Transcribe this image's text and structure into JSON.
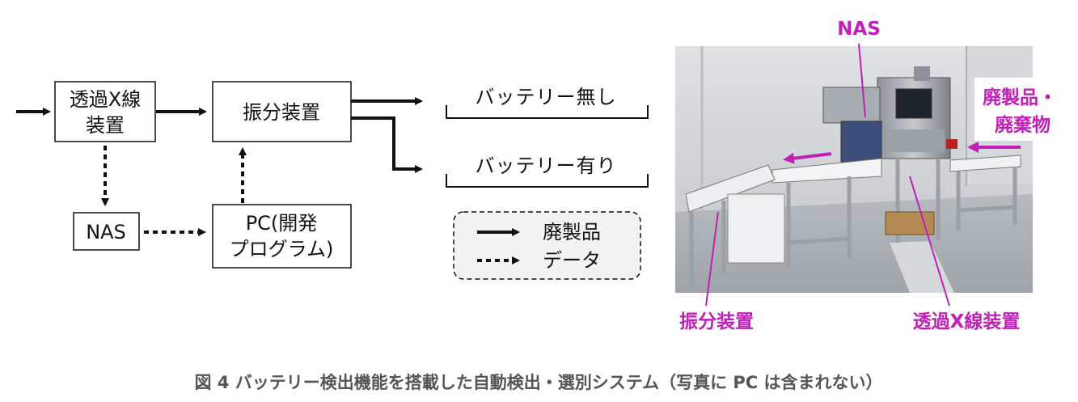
{
  "diagram": {
    "nodes": {
      "xray_line1": "透過X線",
      "xray_line2": "装置",
      "sorter": "振分装置",
      "nas": "NAS",
      "pc_line1": "PC(開発",
      "pc_line2": "プログラム)"
    },
    "outputs": {
      "no_battery": "バッテリー無し",
      "with_battery": "バッテリー有り"
    },
    "legend": {
      "solid": "廃製品",
      "dotted": "データ"
    }
  },
  "photo": {
    "labels": {
      "nas": "NAS",
      "waste_line1": "廃製品・",
      "waste_line2": "廃棄物",
      "sorter": "振分装置",
      "xray": "透過X線装置"
    },
    "accent_color": "#c21fb8"
  },
  "caption": "図 4 バッテリー検出機能を搭載した自動検出・選別システム（写真に PC は含まれない）"
}
